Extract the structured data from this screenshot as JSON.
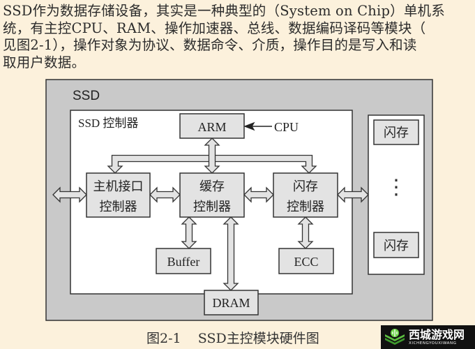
{
  "paragraph": {
    "lines": [
      "SSD作为数据存储设备，其实是一种典型的（System on Chip）单机系",
      "统，有主控CPU、RAM、操作加速器、总线、数据编码译码等模块（",
      "见图2-1），操作对象为协议、数据命令、介质，操作目的是写入和读",
      "取用户数据。"
    ]
  },
  "diagram": {
    "outer_label": "SSD",
    "controller_label": "SSD 控制器",
    "arm": "ARM",
    "cpu": "CPU",
    "host_ctrl": [
      "主机接口",
      "控制器"
    ],
    "cache_ctrl": [
      "缓存",
      "控制器"
    ],
    "flash_ctrl": [
      "闪存",
      "控制器"
    ],
    "buffer": "Buffer",
    "ecc": "ECC",
    "dram": "DRAM",
    "flash_top": "闪存",
    "flash_bottom": "闪存",
    "ellipsis": "⋮"
  },
  "caption": {
    "number": "图2-1",
    "title": "SSD主控模块硬件图"
  },
  "watermark": {
    "name": "西城游戏网",
    "sub": "XICHENGYOUXIWANG",
    "logo_color": "#4caf35"
  },
  "colors": {
    "background": "#fcf1dc",
    "box_fill": "#e3e3e3",
    "outer_fill": "#c8c8c8"
  }
}
